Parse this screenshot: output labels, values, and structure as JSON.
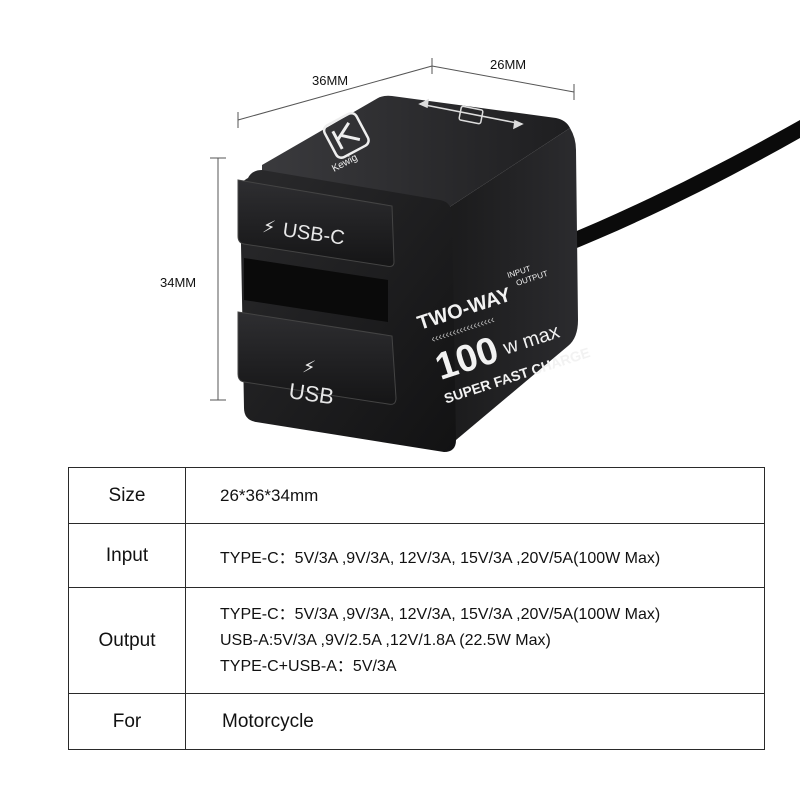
{
  "dimensions": {
    "width": "36MM",
    "depth": "26MM",
    "height": "34MM"
  },
  "product": {
    "brand": "Kewig",
    "port_top": "USB-C",
    "port_bottom": "USB",
    "text_line1": "TWO-WAY",
    "text_input": "INPUT",
    "text_output": "OUTPUT",
    "text_power": "100",
    "text_power_unit": "w max",
    "text_line3": "SUPER FAST CHARGE",
    "colors": {
      "body": "#1c1c1e",
      "text": "#f2f2f2"
    }
  },
  "specs": {
    "size_label": "Size",
    "size_value": "26*36*34mm",
    "input_label": "Input",
    "input_value": "TYPE-C：5V/3A ,9V/3A, 12V/3A,   15V/3A ,20V/5A(100W Max)",
    "output_label": "Output",
    "output_lines": [
      "TYPE-C：5V/3A ,9V/3A, 12V/3A,   15V/3A ,20V/5A(100W Max)",
      "USB-A:5V/3A ,9V/2.5A ,12V/1.8A (22.5W Max)",
      "TYPE-C+USB-A：5V/3A"
    ],
    "for_label": "For",
    "for_value": "Motorcycle"
  }
}
